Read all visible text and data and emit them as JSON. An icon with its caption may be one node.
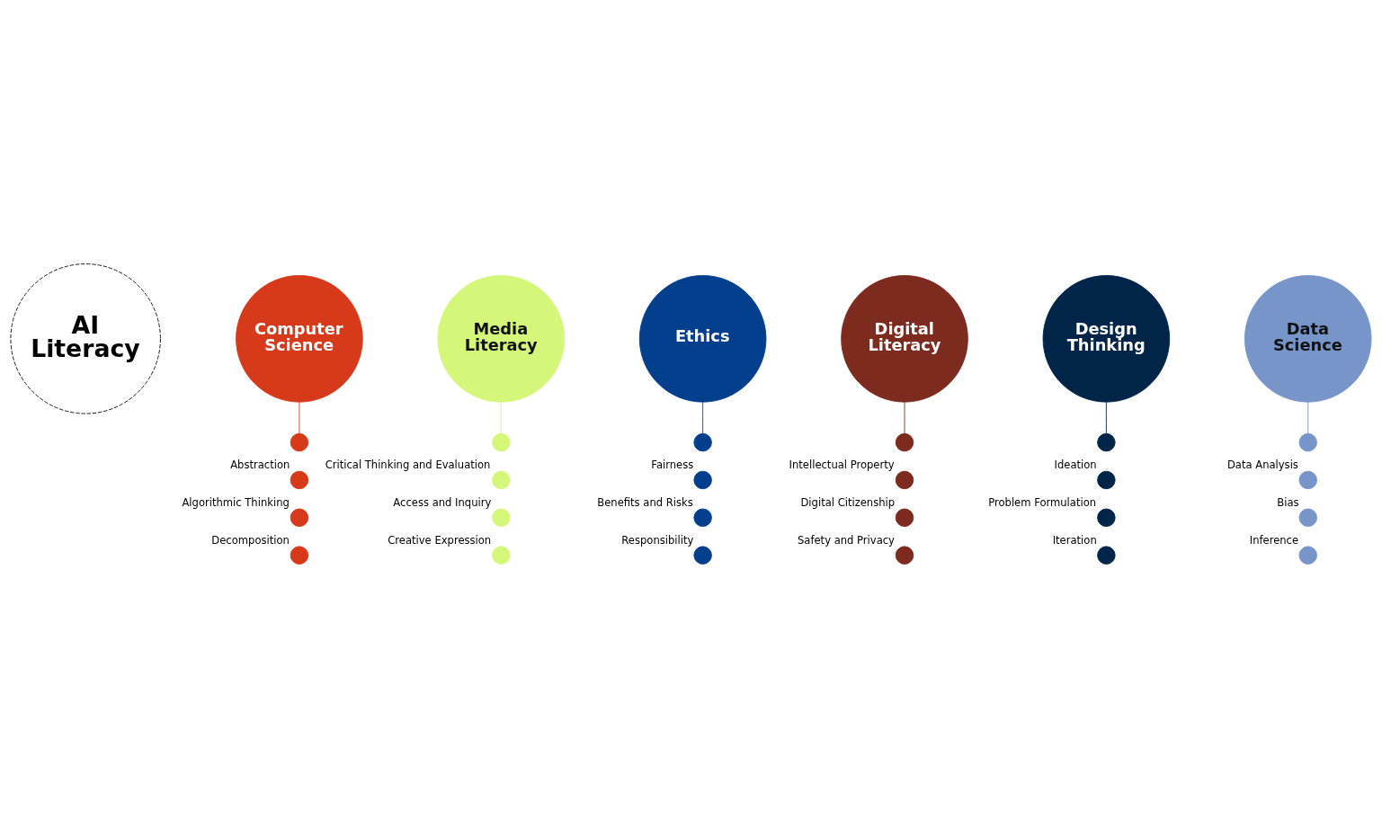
{
  "diagram": {
    "nodes": [
      {
        "text": [
          "AI Literacy"
        ]
      },
      {
        "text": [
          "Computer Science"
        ]
      },
      {
        "text": [
          "Media Literacy"
        ]
      },
      {
        "text": [
          "Ethics"
        ]
      },
      {
        "text": [
          "Digital Literacy"
        ]
      },
      {
        "text": [
          "Design Thinking"
        ]
      },
      {
        "text": [
          "Data Science"
        ]
      },
      {
        "text": [],
        "shape": "circle"
      },
      {
        "text": [],
        "shape": "circle"
      },
      {
        "text": [],
        "shape": "circle"
      },
      {
        "text": [],
        "shape": "circle"
      },
      {
        "text": [],
        "shape": "circle"
      },
      {
        "text": [],
        "shape": "circle"
      },
      {
        "text": [],
        "shape": "circle",
        "beside": [
          "Abstraction"
        ]
      },
      {
        "text": [],
        "shape": "circle",
        "beside": [
          "Algorithmic Thinking"
        ]
      },
      {
        "text": [],
        "shape": "circle",
        "beside": [
          "Decomposition"
        ]
      },
      {
        "text": [],
        "shape": "circle",
        "beside": [
          "Critical Thinking and Evaluation"
        ]
      },
      {
        "text": [],
        "shape": "circle",
        "beside": [
          "Access and Inquiry"
        ]
      },
      {
        "text": [],
        "shape": "circle",
        "beside": [
          "Creative Expression"
        ]
      },
      {
        "text": [],
        "shape": "circle",
        "beside": [
          "Fairness"
        ]
      },
      {
        "text": [],
        "shape": "circle",
        "beside": [
          "Benefits and Risks"
        ]
      },
      {
        "text": [],
        "shape": "circle",
        "beside": [
          "Responsibility"
        ]
      },
      {
        "text": [],
        "shape": "circle",
        "beside": [
          "Intellectual Property"
        ]
      },
      {
        "text": [],
        "shape": "circle",
        "beside": [
          "Digital Citizenship"
        ]
      },
      {
        "text": [],
        "shape": "circle",
        "beside": [
          "Safety and Privacy"
        ]
      },
      {
        "text": [],
        "shape": "circle",
        "beside": [
          "Ideation"
        ]
      },
      {
        "text": [],
        "shape": "circle",
        "beside": [
          "Problem Formulation"
        ]
      },
      {
        "text": [],
        "shape": "circle",
        "beside": [
          "Iteration"
        ]
      },
      {
        "text": [],
        "shape": "circle",
        "beside": [
          "Data Analysis"
        ]
      },
      {
        "text": [],
        "shape": "circle",
        "beside": [
          "Bias"
        ]
      },
      {
        "text": [],
        "shape": "circle",
        "beside": [
          "Inference"
        ]
      }
    ],
    "edges": [
      {
        "from": 1,
        "to": 7,
        "arrow": "none",
        "color": "#d63a1a"
      },
      {
        "from": 2,
        "to": 8,
        "arrow": "none",
        "color": "#d4f77a"
      },
      {
        "from": 3,
        "to": 9,
        "arrow": "none",
        "color": "#033f8c"
      },
      {
        "from": 4,
        "to": 10,
        "arrow": "none",
        "color": "#7d2a1f"
      },
      {
        "from": 5,
        "to": 11,
        "arrow": "none",
        "color": "#002548"
      },
      {
        "from": 6,
        "to": 12,
        "arrow": "none",
        "color": "#7895c9"
      }
    ]
  }
}
